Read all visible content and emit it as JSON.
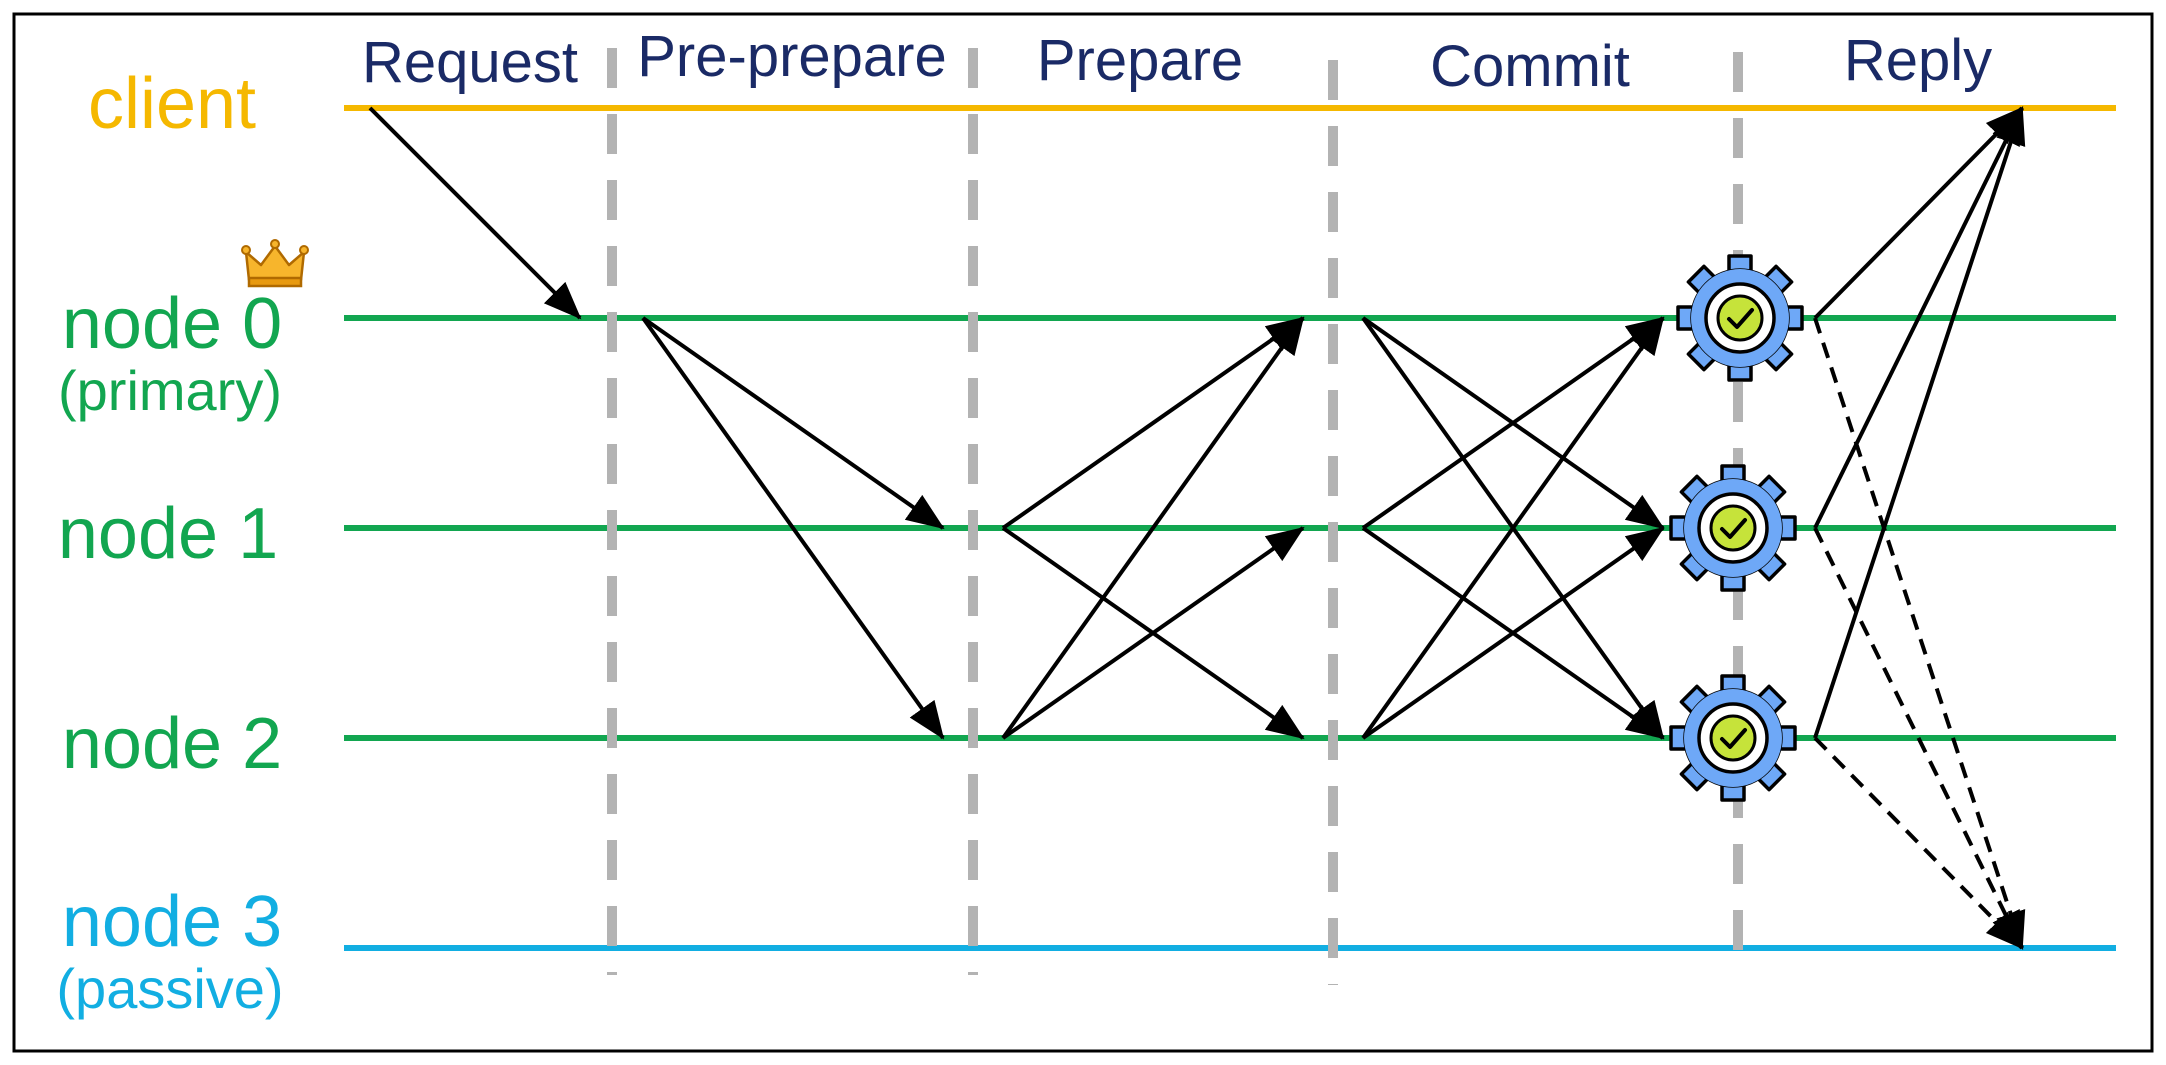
{
  "phases": [
    "Request",
    "Pre-prepare",
    "Prepare",
    "Commit",
    "Reply"
  ],
  "lanes": {
    "client": {
      "label": "client",
      "color": "#f5b800"
    },
    "node0": {
      "label": "node 0",
      "sub": "(primary)",
      "color": "#12a650"
    },
    "node1": {
      "label": "node 1",
      "color": "#12a650"
    },
    "node2": {
      "label": "node 2",
      "color": "#12a650"
    },
    "node3": {
      "label": "node 3",
      "sub": "(passive)",
      "color": "#12aee2"
    }
  },
  "colors": {
    "phase_text": "#1a2a66",
    "divider": "#b3b3b3",
    "arrow": "#000000",
    "gear": "#6ea8f7",
    "check": "#c6e33a",
    "crown": "#f7b52c"
  },
  "icons": {
    "primary_marker": "crown-icon",
    "execution": "gear-check-icon"
  },
  "messages": [
    {
      "phase": "Request",
      "from": "client",
      "to": "node0",
      "style": "solid"
    },
    {
      "phase": "Pre-prepare",
      "from": "node0",
      "to": "node1",
      "style": "solid"
    },
    {
      "phase": "Pre-prepare",
      "from": "node0",
      "to": "node2",
      "style": "solid"
    },
    {
      "phase": "Prepare",
      "from": "node1",
      "to": "node0",
      "style": "solid"
    },
    {
      "phase": "Prepare",
      "from": "node1",
      "to": "node2",
      "style": "solid"
    },
    {
      "phase": "Prepare",
      "from": "node2",
      "to": "node0",
      "style": "solid"
    },
    {
      "phase": "Prepare",
      "from": "node2",
      "to": "node1",
      "style": "solid"
    },
    {
      "phase": "Commit",
      "from": "node0",
      "to": "node1",
      "style": "solid"
    },
    {
      "phase": "Commit",
      "from": "node0",
      "to": "node2",
      "style": "solid"
    },
    {
      "phase": "Commit",
      "from": "node1",
      "to": "node0",
      "style": "solid"
    },
    {
      "phase": "Commit",
      "from": "node1",
      "to": "node2",
      "style": "solid"
    },
    {
      "phase": "Commit",
      "from": "node2",
      "to": "node0",
      "style": "solid"
    },
    {
      "phase": "Commit",
      "from": "node2",
      "to": "node1",
      "style": "solid"
    },
    {
      "phase": "Reply",
      "from": "node0",
      "to": "client",
      "style": "solid"
    },
    {
      "phase": "Reply",
      "from": "node1",
      "to": "client",
      "style": "solid"
    },
    {
      "phase": "Reply",
      "from": "node2",
      "to": "client",
      "style": "solid"
    },
    {
      "phase": "Reply",
      "from": "node0",
      "to": "node3",
      "style": "dashed"
    },
    {
      "phase": "Reply",
      "from": "node1",
      "to": "node3",
      "style": "dashed"
    },
    {
      "phase": "Reply",
      "from": "node2",
      "to": "node3",
      "style": "dashed"
    }
  ]
}
